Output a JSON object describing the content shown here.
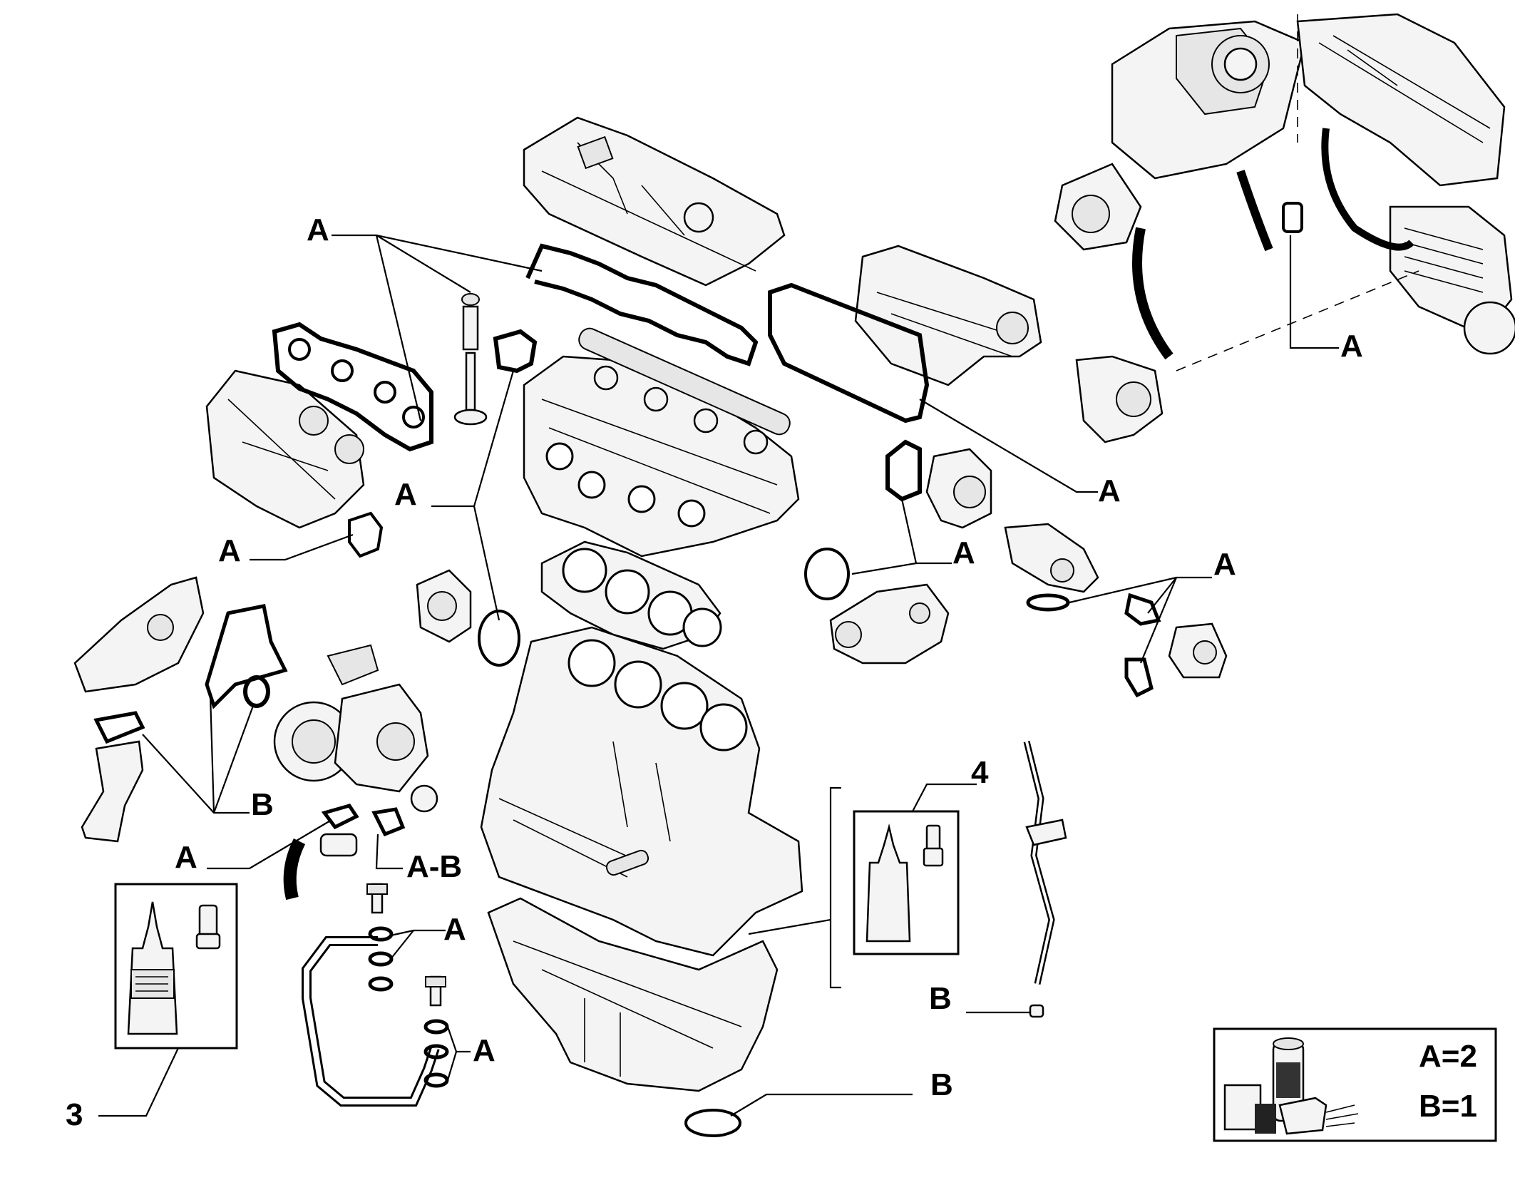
{
  "labels": {
    "a": "A",
    "b": "B",
    "ab": "A-B",
    "kit3": "3",
    "kit4": "4"
  },
  "legend": {
    "a_qty": "A=2",
    "b_qty": "B=1"
  },
  "icons": [
    "sealant-bottle-icon",
    "nozzle-cap-icon",
    "sealant-kit-icon"
  ],
  "colors": {
    "line": "#000000",
    "background": "#ffffff"
  }
}
